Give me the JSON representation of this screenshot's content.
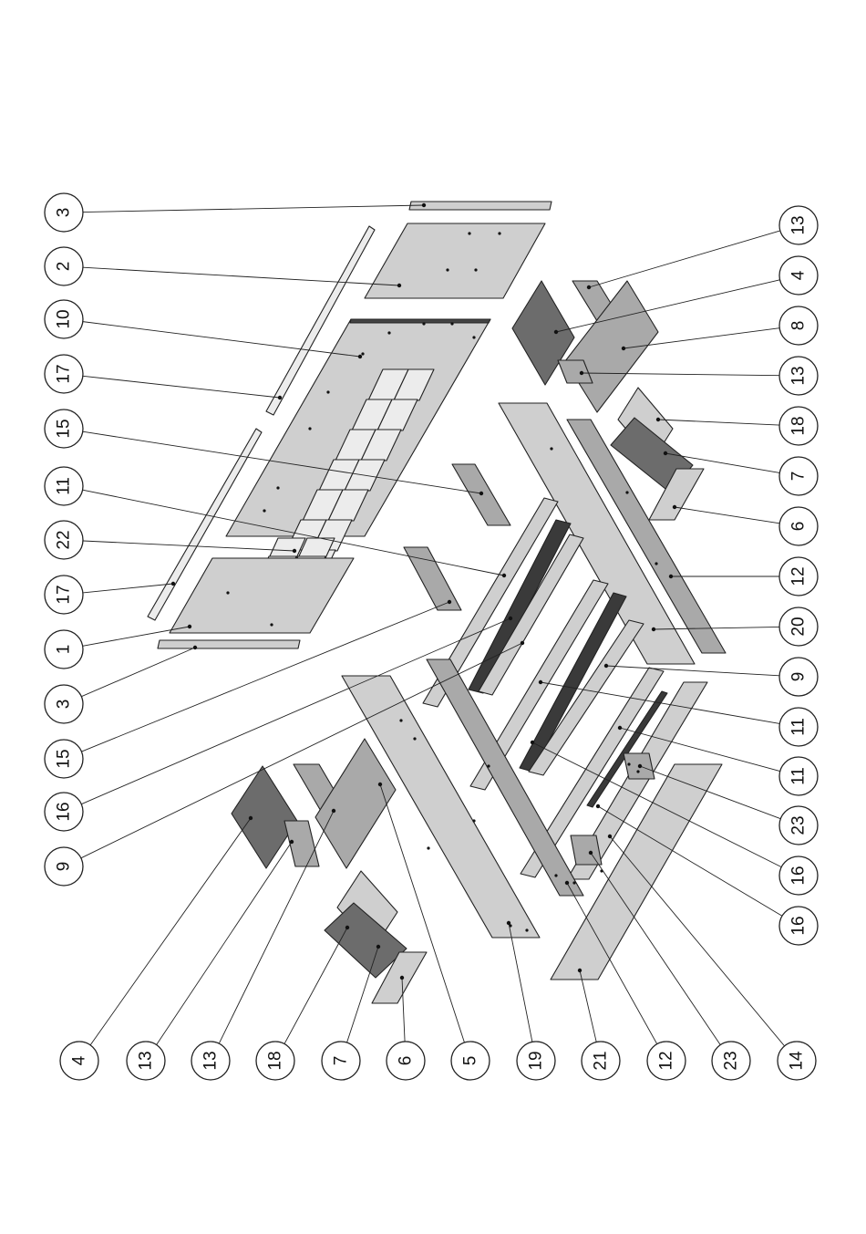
{
  "diagram": {
    "type": "exploded-assembly",
    "colors": {
      "light": "#cfcfcf",
      "mid": "#a9a9a9",
      "dark": "#6c6c6c",
      "white": "#ececec",
      "stroke": "#222222"
    },
    "callouts": [
      {
        "id": "c1",
        "label": "3"
      },
      {
        "id": "c2",
        "label": "2"
      },
      {
        "id": "c3",
        "label": "10"
      },
      {
        "id": "c4",
        "label": "17"
      },
      {
        "id": "c5",
        "label": "15"
      },
      {
        "id": "c6",
        "label": "11"
      },
      {
        "id": "c7",
        "label": "22"
      },
      {
        "id": "c8",
        "label": "17"
      },
      {
        "id": "c9",
        "label": "1"
      },
      {
        "id": "c10",
        "label": "3"
      },
      {
        "id": "c11",
        "label": "15"
      },
      {
        "id": "c12",
        "label": "16"
      },
      {
        "id": "c13",
        "label": "9"
      },
      {
        "id": "c14",
        "label": "13"
      },
      {
        "id": "c15",
        "label": "4"
      },
      {
        "id": "c16",
        "label": "8"
      },
      {
        "id": "c17",
        "label": "13"
      },
      {
        "id": "c18",
        "label": "18"
      },
      {
        "id": "c19",
        "label": "7"
      },
      {
        "id": "c20",
        "label": "6"
      },
      {
        "id": "c21",
        "label": "12"
      },
      {
        "id": "c22",
        "label": "20"
      },
      {
        "id": "c23",
        "label": "9"
      },
      {
        "id": "c24",
        "label": "11"
      },
      {
        "id": "c25",
        "label": "11"
      },
      {
        "id": "c26",
        "label": "23"
      },
      {
        "id": "c27",
        "label": "16"
      },
      {
        "id": "c28",
        "label": "16"
      },
      {
        "id": "c29",
        "label": "4"
      },
      {
        "id": "c30",
        "label": "13"
      },
      {
        "id": "c31",
        "label": "13"
      },
      {
        "id": "c32",
        "label": "18"
      },
      {
        "id": "c33",
        "label": "7"
      },
      {
        "id": "c34",
        "label": "6"
      },
      {
        "id": "c35",
        "label": "5"
      },
      {
        "id": "c36",
        "label": "19"
      },
      {
        "id": "c37",
        "label": "21"
      },
      {
        "id": "c38",
        "label": "12"
      },
      {
        "id": "c39",
        "label": "23"
      },
      {
        "id": "c40",
        "label": "14"
      }
    ]
  }
}
